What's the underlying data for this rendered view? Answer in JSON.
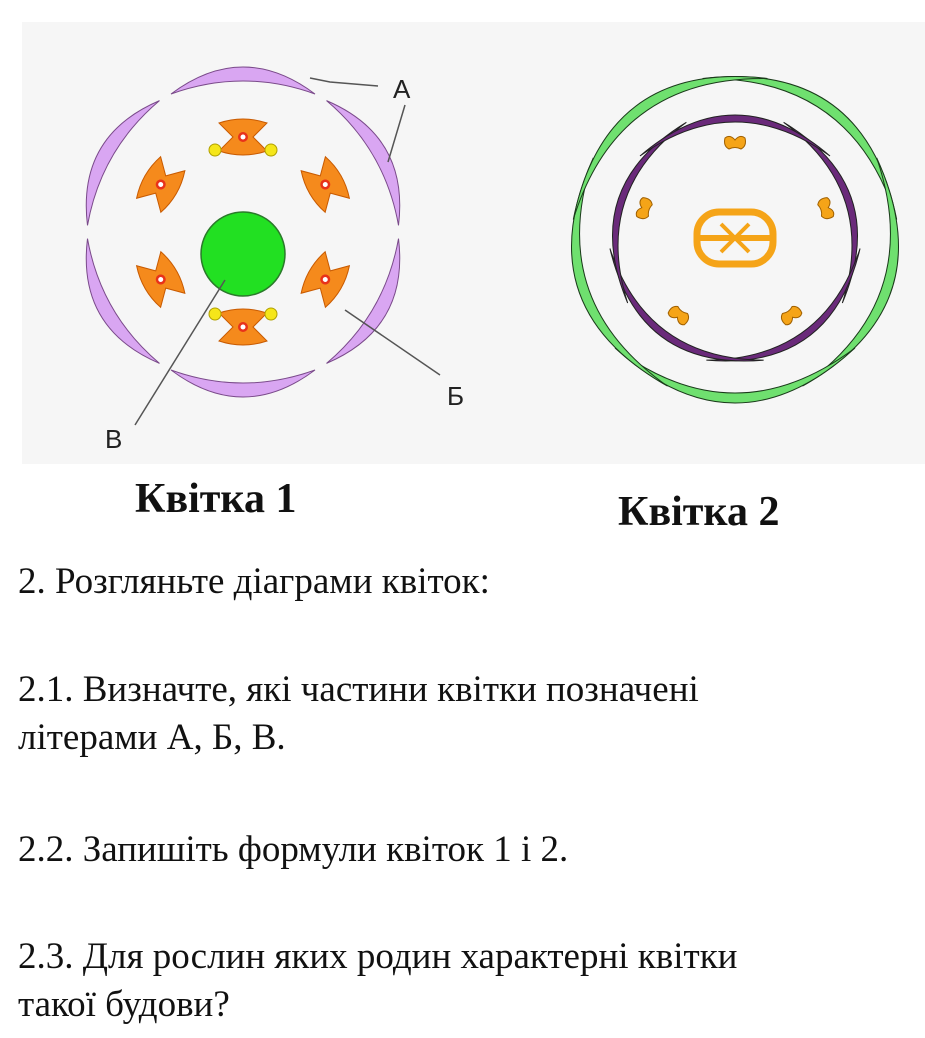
{
  "figure": {
    "labels": {
      "a": "А",
      "b": "Б",
      "v": "В"
    },
    "colors": {
      "sepal1": "#d9a6f2",
      "ovary1": "#22e022",
      "stamen": "#f58a1c",
      "anther_dot": "#f5e61a",
      "sepal2": "#6fe06f",
      "petal2": "#6a2a7a",
      "stamen2": "#f5a418"
    }
  },
  "captions": {
    "flower1": "Квітка 1",
    "flower2": "Квітка 2"
  },
  "text": {
    "intro": "2. Розгляньте діаграми квіток:",
    "q1_line1": "2.1. Визначте, які частини квітки позначені",
    "q1_line2": "літерами А, Б, В.",
    "q2": "2.2. Запишіть формули квіток 1 і 2.",
    "q3_line1": "2.3. Для рослин яких родин характерні квітки",
    "q3_line2": "такої будови?"
  }
}
